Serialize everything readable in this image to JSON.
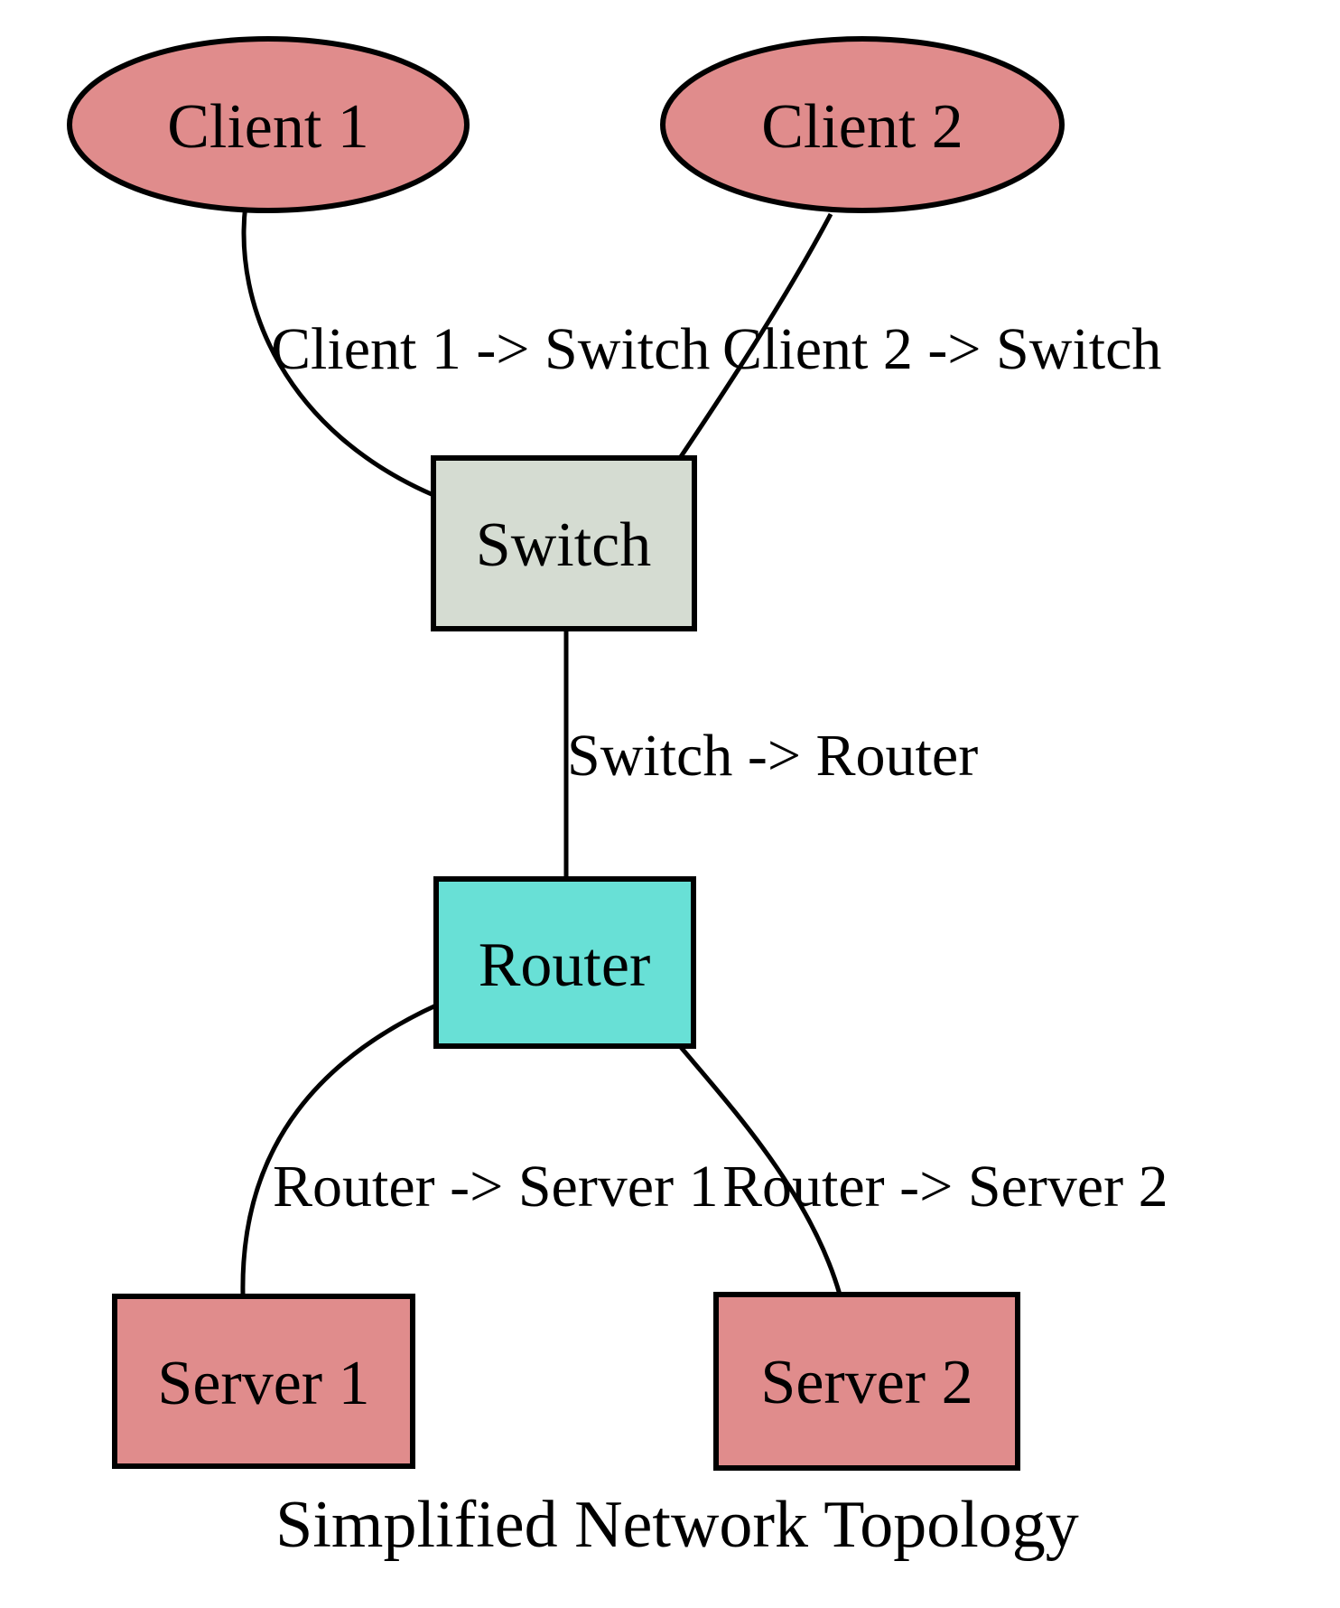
{
  "diagram": {
    "title": "Simplified Network Topology",
    "type": "network-topology-graph",
    "background": "#ffffff",
    "colors": {
      "client_fill": "#e08c8c",
      "server_fill": "#e08c8c",
      "switch_fill": "#d5dcd2",
      "router_fill": "#68e0d6",
      "stroke": "#000000",
      "text": "#000000"
    },
    "nodes": [
      {
        "id": "client1",
        "label": "Client 1",
        "shape": "ellipse"
      },
      {
        "id": "client2",
        "label": "Client 2",
        "shape": "ellipse"
      },
      {
        "id": "switch",
        "label": "Switch",
        "shape": "box"
      },
      {
        "id": "router",
        "label": "Router",
        "shape": "box"
      },
      {
        "id": "server1",
        "label": "Server 1",
        "shape": "box"
      },
      {
        "id": "server2",
        "label": "Server 2",
        "shape": "box"
      }
    ],
    "edges": [
      {
        "from": "Client 1",
        "to": "Switch",
        "label": "Client 1 -> Switch"
      },
      {
        "from": "Client 2",
        "to": "Switch",
        "label": "Client 2 -> Switch"
      },
      {
        "from": "Switch",
        "to": "Router",
        "label": "Switch -> Router"
      },
      {
        "from": "Router",
        "to": "Server 1",
        "label": "Router -> Server 1"
      },
      {
        "from": "Router",
        "to": "Server 2",
        "label": "Router -> Server 2"
      }
    ]
  }
}
